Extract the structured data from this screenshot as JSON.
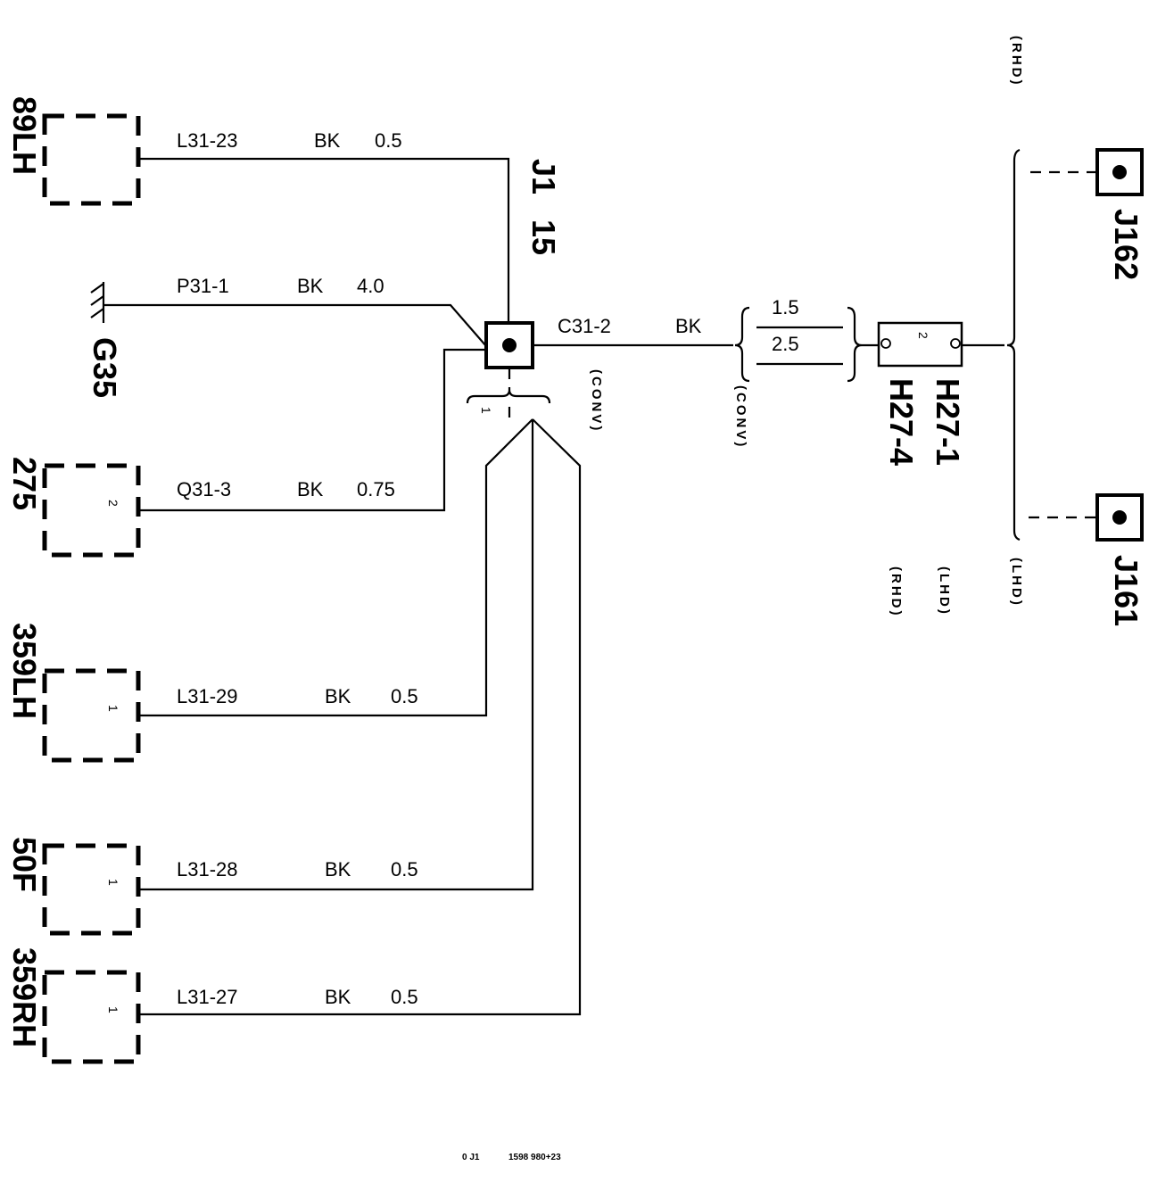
{
  "connectors": {
    "c89lh": {
      "label": "89LH"
    },
    "c275": {
      "label": "275",
      "pin": "2"
    },
    "c359lh": {
      "label": "359LH",
      "pin": "1"
    },
    "c50f": {
      "label": "50F",
      "pin": "1"
    },
    "c359rh": {
      "label": "359RH",
      "pin": "1"
    },
    "g35": {
      "label": "G35"
    },
    "j1": {
      "label": "J1",
      "pin": "15",
      "branch_pin": "1"
    },
    "h27": {
      "labels": [
        "H27-1",
        "H27-4"
      ],
      "pin": "2"
    },
    "j162": {
      "label": "J162"
    },
    "j161": {
      "label": "J161"
    }
  },
  "wires": {
    "l31_23": {
      "id": "L31-23",
      "color": "BK",
      "size": "0.5"
    },
    "p31_1": {
      "id": "P31-1",
      "color": "BK",
      "size": "4.0"
    },
    "q31_3": {
      "id": "Q31-3",
      "color": "BK",
      "size": "0.75"
    },
    "l31_29": {
      "id": "L31-29",
      "color": "BK",
      "size": "0.5"
    },
    "l31_28": {
      "id": "L31-28",
      "color": "BK",
      "size": "0.5"
    },
    "l31_27": {
      "id": "L31-27",
      "color": "BK",
      "size": "0.5"
    },
    "c31_2": {
      "id": "C31-2",
      "color": "BK",
      "sizes": [
        "1.5",
        "2.5"
      ]
    }
  },
  "variants": {
    "conv": "(CONV)",
    "rhd": "(RHD)",
    "lhd": "(LHD)"
  },
  "footer": {
    "sheet": "0 J1",
    "code": "1598 980+23"
  }
}
